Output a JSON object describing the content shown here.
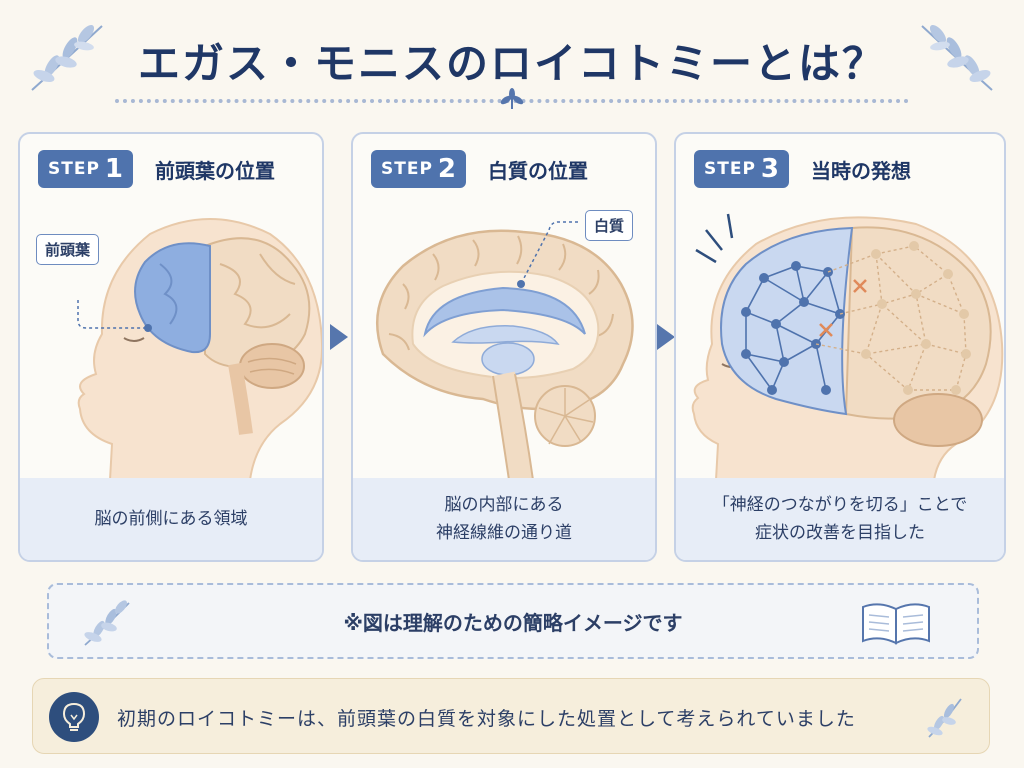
{
  "title": "エガス・モニスのロイコトミーとは？",
  "steps": [
    {
      "step_word": "STEP",
      "step_num": "1",
      "title": "前頭葉の位置",
      "callout": "前頭葉",
      "caption_lines": [
        "脳の前側にある領域"
      ]
    },
    {
      "step_word": "STEP",
      "step_num": "2",
      "title": "白質の位置",
      "callout": "白質",
      "caption_lines": [
        "脳の内部にある",
        "神経線維の通り道"
      ]
    },
    {
      "step_word": "STEP",
      "step_num": "3",
      "title": "当時の発想",
      "caption_lines": [
        "「神経のつながりを切る」ことで",
        "症状の改善を目指した"
      ]
    }
  ],
  "note": "※図は理解のための簡略イメージです",
  "bottom": "初期のロイコトミーは、前頭葉の白質を対象にした処置として考えられていました",
  "colors": {
    "accent": "#4f73ad",
    "title": "#1f3766",
    "brain_blue": "#8eaee0",
    "brain_beige": "#f1dcc4",
    "cut_mark": "#e08a5a"
  },
  "icons": [
    "leaf-sprig-icon",
    "book-icon",
    "lightbulb-icon",
    "cut-x-icon"
  ]
}
